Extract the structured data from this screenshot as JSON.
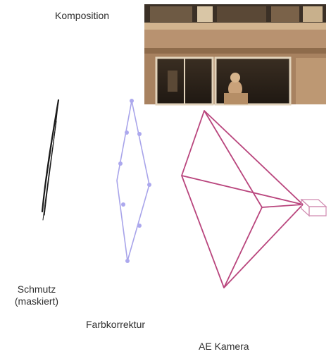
{
  "labels": {
    "komposition": "Komposition",
    "schmutz_line1": "Schmutz",
    "schmutz_line2": "(maskiert)",
    "farbkorrektur": "Farbkorrektur",
    "ae_kamera": "AE Kamera"
  },
  "colors": {
    "camera_stroke": "#b9457d",
    "color_correction_stroke": "#a8a4ea",
    "dirt_stroke": "#1a1a1a",
    "photo_wall": "#a9825f",
    "photo_dark": "#2c231b"
  },
  "icons": {
    "photo": "building-facade-photo",
    "camera": "camera-icon"
  }
}
